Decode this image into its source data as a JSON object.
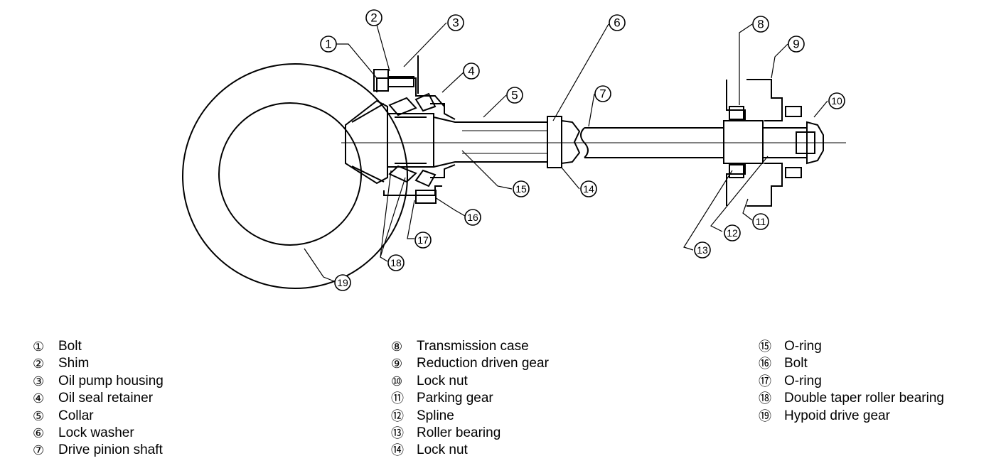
{
  "callouts": {
    "c1": "①",
    "c2": "②",
    "c3": "③",
    "c4": "④",
    "c5": "⑤",
    "c6": "⑥",
    "c7": "⑦",
    "c8": "⑧",
    "c9": "⑨",
    "c10": "⑩",
    "c11": "⑪",
    "c12": "⑫",
    "c13": "⑬",
    "c14": "⑭",
    "c15": "⑮",
    "c16": "⑯",
    "c17": "⑰",
    "c18": "⑱",
    "c19": "⑲"
  },
  "legend": {
    "col1": [
      {
        "num": "①",
        "label": "Bolt"
      },
      {
        "num": "②",
        "label": "Shim"
      },
      {
        "num": "③",
        "label": "Oil pump housing"
      },
      {
        "num": "④",
        "label": "Oil seal retainer"
      },
      {
        "num": "⑤",
        "label": "Collar"
      },
      {
        "num": "⑥",
        "label": "Lock washer"
      },
      {
        "num": "⑦",
        "label": "Drive pinion shaft"
      }
    ],
    "col2": [
      {
        "num": "⑧",
        "label": "Transmission case"
      },
      {
        "num": "⑨",
        "label": "Reduction driven gear"
      },
      {
        "num": "⑩",
        "label": "Lock nut"
      },
      {
        "num": "⑪",
        "label": "Parking gear"
      },
      {
        "num": "⑫",
        "label": "Spline"
      },
      {
        "num": "⑬",
        "label": "Roller bearing"
      },
      {
        "num": "⑭",
        "label": "Lock nut"
      }
    ],
    "col3": [
      {
        "num": "⑮",
        "label": "O-ring"
      },
      {
        "num": "⑯",
        "label": "Bolt"
      },
      {
        "num": "⑰",
        "label": "O-ring"
      },
      {
        "num": "⑱",
        "label": "Double taper roller bearing"
      },
      {
        "num": "⑲",
        "label": "Hypoid drive gear"
      }
    ]
  }
}
